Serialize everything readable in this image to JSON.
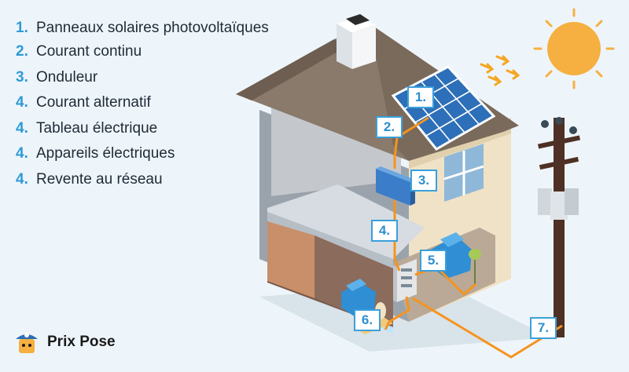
{
  "legend": [
    {
      "num": "1.",
      "label": "Panneaux solaires photovoltaïques"
    },
    {
      "num": "2.",
      "label": "Courant continu"
    },
    {
      "num": "3.",
      "label": "Onduleur"
    },
    {
      "num": "4.",
      "label": "Courant alternatif"
    },
    {
      "num": "4.",
      "label": "Tableau électrique"
    },
    {
      "num": "4.",
      "label": "Appareils électriques"
    },
    {
      "num": "4.",
      "label": "Revente au réseau"
    }
  ],
  "callouts": {
    "c1": "1.",
    "c2": "2.",
    "c3": "3.",
    "c4": "4.",
    "c5": "5.",
    "c6": "6.",
    "c7": "7."
  },
  "brand": {
    "name": "Prix Pose"
  },
  "colors": {
    "accent": "#2e9ad8",
    "wire": "#f7931e",
    "sun": "#f5b041"
  }
}
